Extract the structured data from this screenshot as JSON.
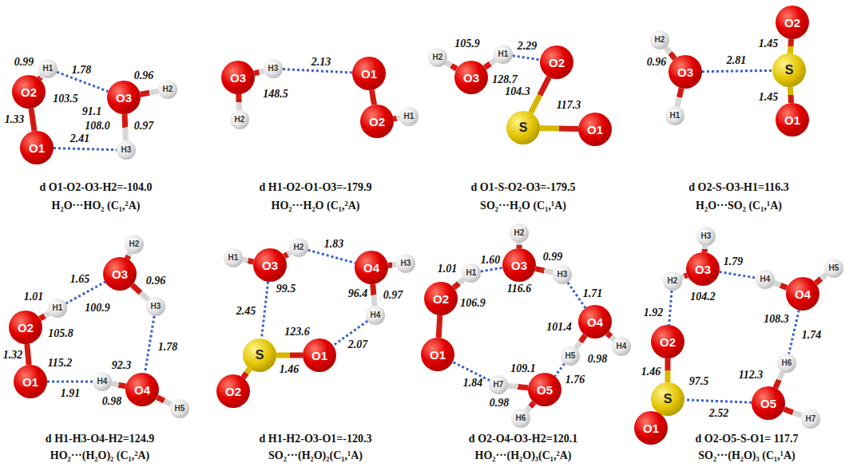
{
  "diagram": {
    "nodes": [
      {
        "text": [
          "O2"
        ]
      },
      {
        "text": [
          "H1"
        ]
      },
      {
        "text": [
          "O1"
        ]
      },
      {
        "text": [
          "O3"
        ]
      },
      {
        "text": [
          "H2"
        ]
      },
      {
        "text": [
          "H3"
        ]
      },
      {
        "text": [
          "O3"
        ]
      },
      {
        "text": [
          "H3"
        ]
      },
      {
        "text": [
          "H2"
        ]
      },
      {
        "text": [
          "O1"
        ]
      },
      {
        "text": [
          "O2"
        ]
      },
      {
        "text": [
          "H1"
        ]
      },
      {
        "text": [
          "H2"
        ]
      },
      {
        "text": [
          "O3"
        ]
      },
      {
        "text": [
          "H1"
        ]
      },
      {
        "text": [
          "O2"
        ]
      },
      {
        "text": [
          "S"
        ]
      },
      {
        "text": [
          "O1"
        ]
      },
      {
        "text": [
          "H2"
        ]
      },
      {
        "text": [
          "O3"
        ]
      },
      {
        "text": [
          "H1"
        ]
      },
      {
        "text": [
          "O2"
        ]
      },
      {
        "text": [
          "S"
        ]
      },
      {
        "text": [
          "O1"
        ]
      },
      {
        "text": [
          "H2"
        ]
      },
      {
        "text": [
          "O3"
        ]
      },
      {
        "text": [
          "H1"
        ]
      },
      {
        "text": [
          "O2"
        ]
      },
      {
        "text": [
          "O1"
        ]
      },
      {
        "text": [
          "H3"
        ]
      },
      {
        "text": [
          "O4"
        ]
      },
      {
        "text": [
          "H4"
        ]
      },
      {
        "text": [
          "H5"
        ]
      },
      {
        "text": [
          "H1"
        ]
      },
      {
        "text": [
          "O3"
        ]
      },
      {
        "text": [
          "H2"
        ]
      },
      {
        "text": [
          "O4"
        ]
      },
      {
        "text": [
          "H3"
        ]
      },
      {
        "text": [
          "H4"
        ]
      },
      {
        "text": [
          "S"
        ]
      },
      {
        "text": [
          "O1"
        ]
      },
      {
        "text": [
          "O2"
        ]
      },
      {
        "text": [
          "H2"
        ]
      },
      {
        "text": [
          "O3"
        ]
      },
      {
        "text": [
          "H1"
        ]
      },
      {
        "text": [
          "O2"
        ]
      },
      {
        "text": [
          "O1"
        ]
      },
      {
        "text": [
          "H3"
        ]
      },
      {
        "text": [
          "O4"
        ]
      },
      {
        "text": [
          "H4"
        ]
      },
      {
        "text": [
          "H5"
        ]
      },
      {
        "text": [
          "O5"
        ]
      },
      {
        "text": [
          "H7"
        ]
      },
      {
        "text": [
          "H6"
        ]
      },
      {
        "text": [
          "H3"
        ]
      },
      {
        "text": [
          "O3"
        ]
      },
      {
        "text": [
          "H2"
        ]
      },
      {
        "text": [
          "H4"
        ]
      },
      {
        "text": [
          "O4"
        ]
      },
      {
        "text": [
          "H5"
        ]
      },
      {
        "text": [
          "O2"
        ]
      },
      {
        "text": [
          "H6"
        ]
      },
      {
        "text": [
          "S"
        ]
      },
      {
        "text": [
          "O5"
        ]
      },
      {
        "text": [
          "O1"
        ]
      },
      {
        "text": [
          "H7"
        ]
      }
    ],
    "edges": [
      {
        "from": 0,
        "to": 1,
        "arrow": "none",
        "label": "0.99"
      },
      {
        "from": 0,
        "to": 2,
        "arrow": "none",
        "label": "1.33"
      },
      {
        "from": 3,
        "to": 4,
        "arrow": "none",
        "label": "0.96"
      },
      {
        "from": 3,
        "to": 5,
        "arrow": "none",
        "label": "0.97"
      },
      {
        "from": 1,
        "to": 3,
        "arrow": "none",
        "label": "1.78"
      },
      {
        "from": 2,
        "to": 5,
        "arrow": "none",
        "label": "2.41"
      },
      {
        "from": 6,
        "to": 7,
        "arrow": "none"
      },
      {
        "from": 6,
        "to": 8,
        "arrow": "none"
      },
      {
        "from": 9,
        "to": 10,
        "arrow": "none"
      },
      {
        "from": 10,
        "to": 11,
        "arrow": "none"
      },
      {
        "from": 7,
        "to": 9,
        "arrow": "none",
        "label": "2.13"
      },
      {
        "from": 13,
        "to": 12,
        "arrow": "none"
      },
      {
        "from": 13,
        "to": 14,
        "arrow": "none"
      },
      {
        "from": 15,
        "to": 16,
        "arrow": "none"
      },
      {
        "from": 16,
        "to": 17,
        "arrow": "none"
      },
      {
        "from": 14,
        "to": 15,
        "arrow": "none",
        "label": "2.29"
      },
      {
        "from": 19,
        "to": 18,
        "arrow": "none",
        "label": "0.96"
      },
      {
        "from": 19,
        "to": 20,
        "arrow": "none"
      },
      {
        "from": 22,
        "to": 21,
        "arrow": "none",
        "label": "1.45"
      },
      {
        "from": 22,
        "to": 23,
        "arrow": "none",
        "label": "1.45"
      },
      {
        "from": 19,
        "to": 22,
        "arrow": "none",
        "label": "2.81"
      },
      {
        "from": 27,
        "to": 26,
        "arrow": "none",
        "label": "1.01"
      },
      {
        "from": 27,
        "to": 28,
        "arrow": "none",
        "label": "1.32"
      },
      {
        "from": 25,
        "to": 24,
        "arrow": "none"
      },
      {
        "from": 25,
        "to": 29,
        "arrow": "none",
        "label": "0.96"
      },
      {
        "from": 30,
        "to": 31,
        "arrow": "none",
        "label": "0.98"
      },
      {
        "from": 30,
        "to": 32,
        "arrow": "none"
      },
      {
        "from": 26,
        "to": 25,
        "arrow": "none",
        "label": "1.65"
      },
      {
        "from": 29,
        "to": 30,
        "arrow": "none",
        "label": "1.78"
      },
      {
        "from": 31,
        "to": 28,
        "arrow": "none",
        "label": "1.91"
      },
      {
        "from": 34,
        "to": 33,
        "arrow": "none"
      },
      {
        "from": 34,
        "to": 35,
        "arrow": "none"
      },
      {
        "from": 36,
        "to": 37,
        "arrow": "none"
      },
      {
        "from": 36,
        "to": 38,
        "arrow": "none",
        "label": "0.97"
      },
      {
        "from": 39,
        "to": 40,
        "arrow": "none",
        "label": "1.46"
      },
      {
        "from": 39,
        "to": 41,
        "arrow": "none"
      },
      {
        "from": 35,
        "to": 36,
        "arrow": "none",
        "label": "1.83"
      },
      {
        "from": 34,
        "to": 39,
        "arrow": "none",
        "label": "2.45"
      },
      {
        "from": 38,
        "to": 40,
        "arrow": "none",
        "label": "2.07"
      },
      {
        "from": 45,
        "to": 44,
        "arrow": "none",
        "label": "1.01"
      },
      {
        "from": 45,
        "to": 46,
        "arrow": "none"
      },
      {
        "from": 43,
        "to": 42,
        "arrow": "none"
      },
      {
        "from": 43,
        "to": 47,
        "arrow": "none",
        "label": "0.99"
      },
      {
        "from": 48,
        "to": 49,
        "arrow": "none"
      },
      {
        "from": 48,
        "to": 50,
        "arrow": "none",
        "label": "0.98"
      },
      {
        "from": 51,
        "to": 52,
        "arrow": "none",
        "label": "0.98"
      },
      {
        "from": 51,
        "to": 53,
        "arrow": "none"
      },
      {
        "from": 44,
        "to": 43,
        "arrow": "none",
        "label": "1.60"
      },
      {
        "from": 47,
        "to": 48,
        "arrow": "none",
        "label": "1.71"
      },
      {
        "from": 50,
        "to": 51,
        "arrow": "none",
        "label": "1.76"
      },
      {
        "from": 52,
        "to": 46,
        "arrow": "none",
        "label": "1.84"
      },
      {
        "from": 55,
        "to": 54,
        "arrow": "none"
      },
      {
        "from": 55,
        "to": 56,
        "arrow": "none"
      },
      {
        "from": 58,
        "to": 57,
        "arrow": "none"
      },
      {
        "from": 58,
        "to": 59,
        "arrow": "none"
      },
      {
        "from": 63,
        "to": 61,
        "arrow": "none"
      },
      {
        "from": 63,
        "to": 65,
        "arrow": "none"
      },
      {
        "from": 62,
        "to": 60,
        "arrow": "none",
        "label": "1.46"
      },
      {
        "from": 62,
        "to": 64,
        "arrow": "none"
      },
      {
        "from": 55,
        "to": 57,
        "arrow": "none",
        "label": "1.79"
      },
      {
        "from": 56,
        "to": 60,
        "arrow": "none",
        "label": "1.92"
      },
      {
        "from": 58,
        "to": 61,
        "arrow": "none",
        "label": "1.74"
      },
      {
        "from": 63,
        "to": 62,
        "arrow": "none",
        "label": "2.52"
      }
    ],
    "labels": [
      "103.5",
      "91.1",
      "108.0",
      "d O1-O2-O3-H2=-104.0",
      "H₂O···HO₂ (C₁,²A)",
      "148.5",
      "d H1-O2-O1-O3=-179.9",
      "HO₂···H₂O (C₁,²A)",
      "105.9",
      "128.7",
      "104.3",
      "117.3",
      "d O1-S-O2-O3=-179.5",
      "SO₂···H₂O (C₁,¹A)",
      "d O2-S-O3-H1=116.3",
      "H₂O···SO₂ (C₁,¹A)",
      "100.9",
      "105.8",
      "115.2",
      "92.3",
      "d H1-H3-O4-H2=124.9",
      "HO₂···(H₂O)₂ (C₁,²A)",
      "99.5",
      "96.4",
      "123.6",
      "d H1-H2-O3-O1=-120.3",
      "SO₂···(H₂O)₂(C₁,¹A)",
      "116.6",
      "106.9",
      "101.4",
      "109.1",
      "d O2-O4-O3-H2=120.1",
      "HO₂···(H₂O)₃(C₁,²A)",
      "104.2",
      "108.3",
      "97.5",
      "112.3",
      "d O2-O5-S-O1= 117.7",
      "SO₂···(H₂O)₃ (C₁,¹A)"
    ]
  }
}
